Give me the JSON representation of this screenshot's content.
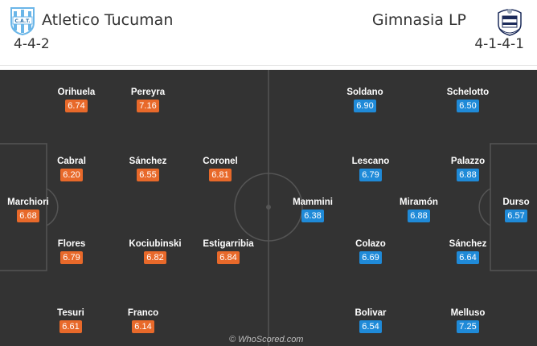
{
  "home": {
    "name": "Atletico Tucuman",
    "formation": "4-4-2",
    "badge_text": "C.A.T.",
    "rating_color": "#e8692a",
    "players": [
      {
        "name": "Orihuela",
        "rating": "6.74"
      },
      {
        "name": "Pereyra",
        "rating": "7.16"
      },
      {
        "name": "Cabral",
        "rating": "6.20"
      },
      {
        "name": "Sánchez",
        "rating": "6.55"
      },
      {
        "name": "Coronel",
        "rating": "6.81"
      },
      {
        "name": "Marchiori",
        "rating": "6.68"
      },
      {
        "name": "Flores",
        "rating": "6.79"
      },
      {
        "name": "Kociubinski",
        "rating": "6.82"
      },
      {
        "name": "Estigarribia",
        "rating": "6.84"
      },
      {
        "name": "Tesuri",
        "rating": "6.61"
      },
      {
        "name": "Franco",
        "rating": "6.14"
      }
    ]
  },
  "away": {
    "name": "Gimnasia LP",
    "formation": "4-1-4-1",
    "rating_color": "#1f8ad8",
    "players": [
      {
        "name": "Soldano",
        "rating": "6.90"
      },
      {
        "name": "Schelotto",
        "rating": "6.50"
      },
      {
        "name": "Lescano",
        "rating": "6.79"
      },
      {
        "name": "Palazzo",
        "rating": "6.88"
      },
      {
        "name": "Mammini",
        "rating": "6.38"
      },
      {
        "name": "Miramón",
        "rating": "6.88"
      },
      {
        "name": "Durso",
        "rating": "6.57"
      },
      {
        "name": "Colazo",
        "rating": "6.69"
      },
      {
        "name": "Sánchez",
        "rating": "6.64"
      },
      {
        "name": "Bolivar",
        "rating": "6.54"
      },
      {
        "name": "Melluso",
        "rating": "7.25"
      }
    ]
  },
  "pitch": {
    "background": "#333333",
    "line_color": "#555555"
  },
  "watermark": "© WhoScored.com"
}
